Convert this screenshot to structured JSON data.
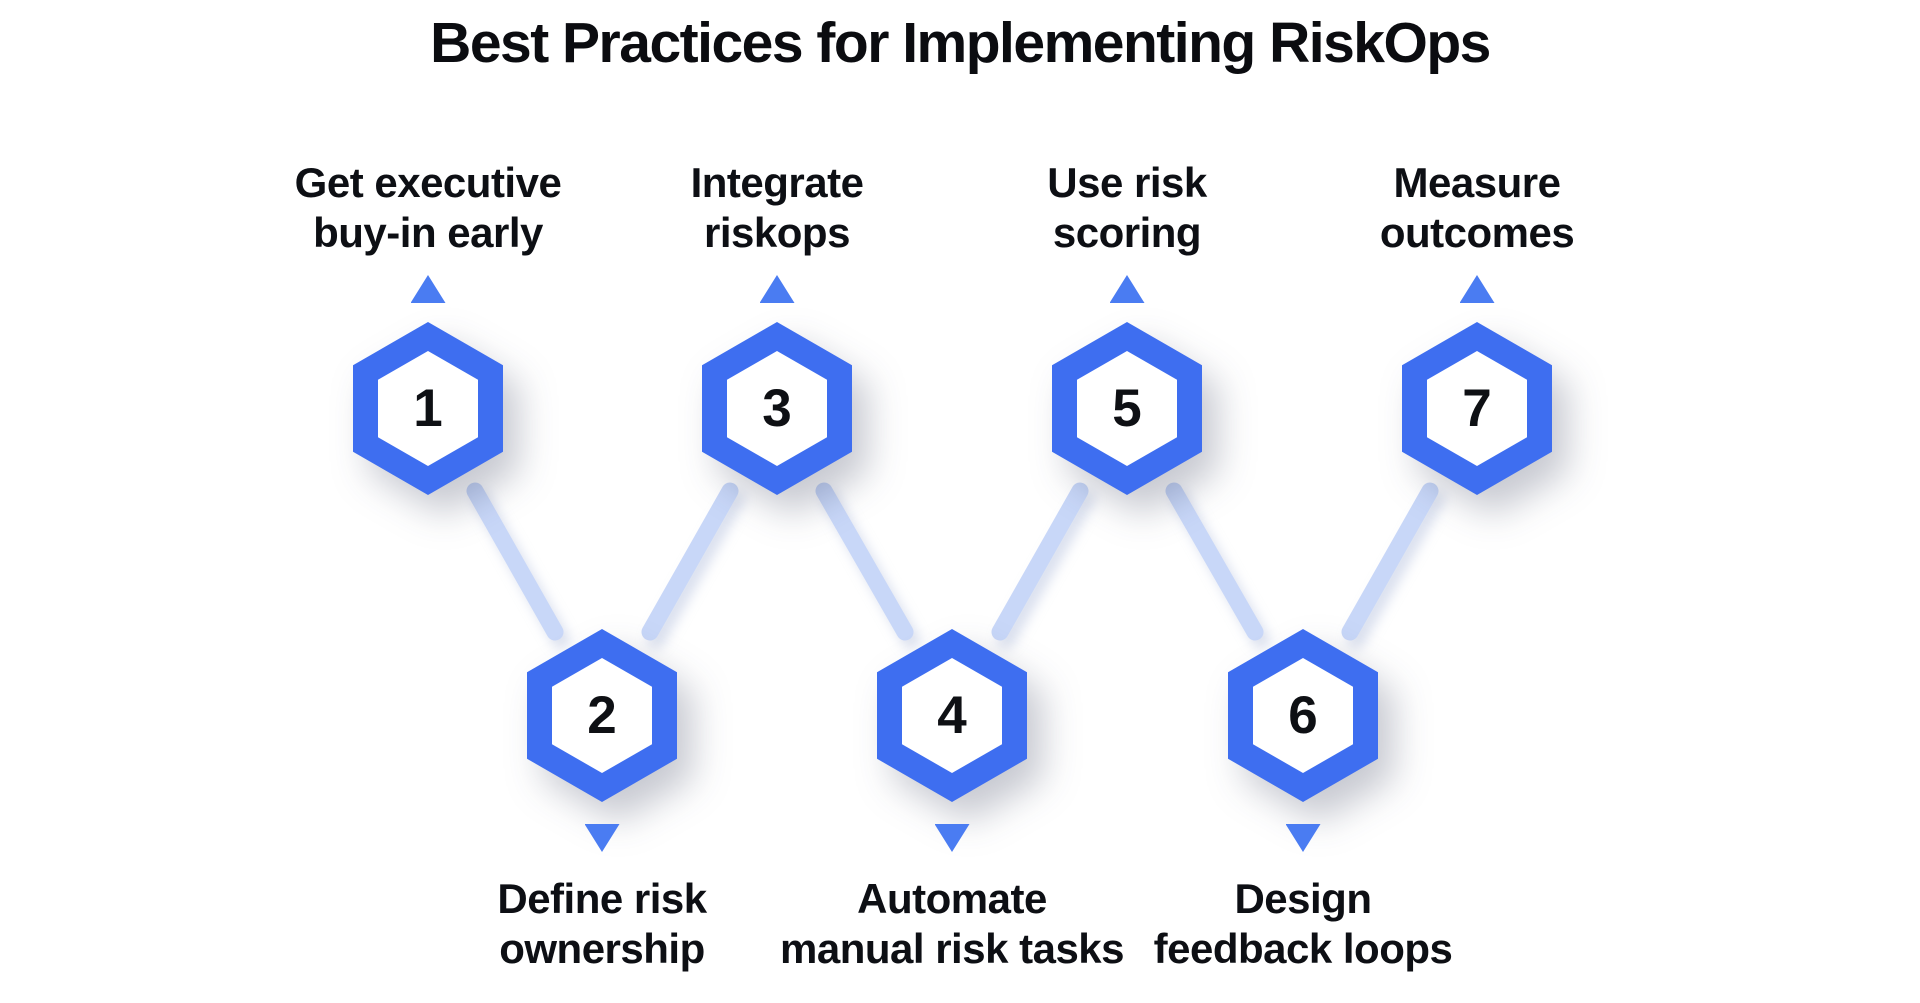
{
  "title": "Best Practices for Implementing RiskOps",
  "colors": {
    "hexagon_blue": "#3e6ef0",
    "triangle_blue": "#4a7cf2",
    "connector_light_blue": "#c8d7f8",
    "text_dark": "#0d0f14",
    "background": "#ffffff"
  },
  "steps": [
    {
      "number": "1",
      "label_line1": "Get executive",
      "label_line2": "buy-in early",
      "position": "top"
    },
    {
      "number": "2",
      "label_line1": "Define risk",
      "label_line2": "ownership",
      "position": "bottom"
    },
    {
      "number": "3",
      "label_line1": "Integrate",
      "label_line2": "riskops",
      "position": "top"
    },
    {
      "number": "4",
      "label_line1": "Automate",
      "label_line2": "manual risk tasks",
      "position": "bottom"
    },
    {
      "number": "5",
      "label_line1": "Use risk",
      "label_line2": "scoring",
      "position": "top"
    },
    {
      "number": "6",
      "label_line1": "Design",
      "label_line2": "feedback loops",
      "position": "bottom"
    },
    {
      "number": "7",
      "label_line1": "Measure",
      "label_line2": "outcomes",
      "position": "top"
    }
  ]
}
